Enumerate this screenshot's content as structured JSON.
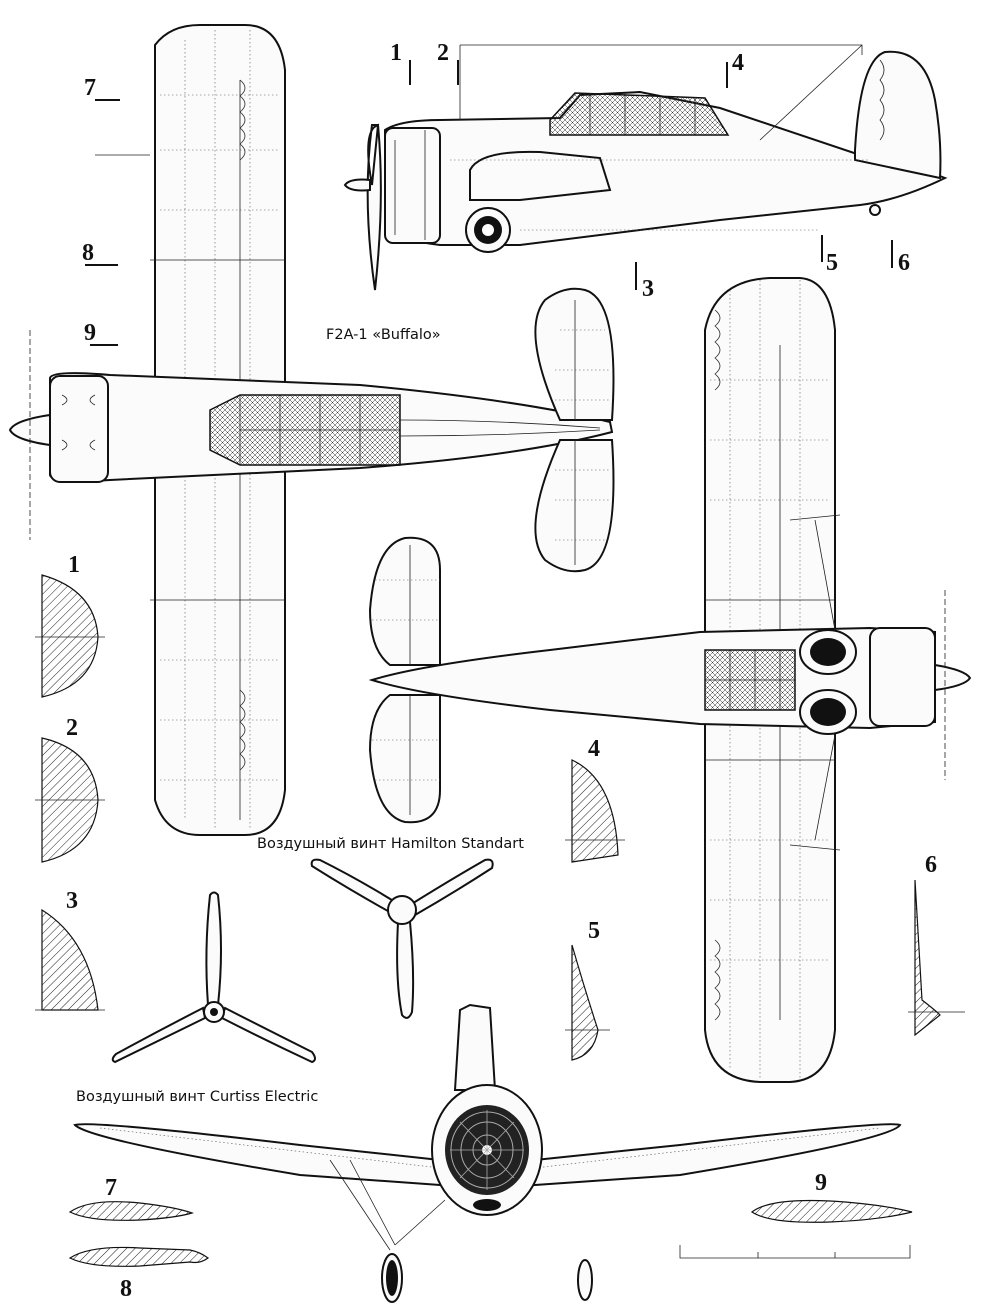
{
  "drawing": {
    "title": "F2A-1 «Buffalo»",
    "caption_hamilton": "Воздушный винт Hamilton Standart",
    "caption_curtiss": "Воздушный винт Curtiss Electric"
  },
  "station_labels": {
    "s1": "1",
    "s2": "2",
    "s3": "3",
    "s4": "4",
    "s5": "5",
    "s6": "6",
    "s7": "7",
    "s8": "8",
    "s9": "9"
  },
  "section_labels": {
    "s1": "1",
    "s2": "2",
    "s3": "3",
    "s4": "4",
    "s5": "5",
    "s6": "6",
    "s7": "7",
    "s8": "8",
    "s9": "9"
  }
}
